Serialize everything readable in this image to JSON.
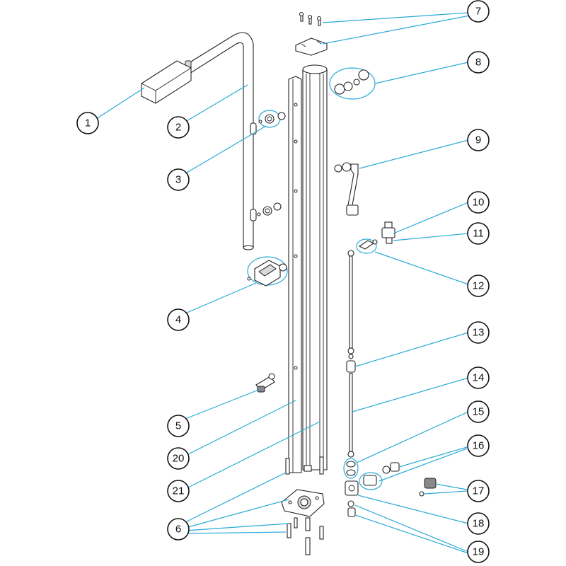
{
  "diagram": {
    "callouts": [
      {
        "id": "c1",
        "label": "1"
      },
      {
        "id": "c2",
        "label": "2"
      },
      {
        "id": "c3",
        "label": "3"
      },
      {
        "id": "c4",
        "label": "4"
      },
      {
        "id": "c5",
        "label": "5"
      },
      {
        "id": "c6",
        "label": "6"
      },
      {
        "id": "c7",
        "label": "7"
      },
      {
        "id": "c8",
        "label": "8"
      },
      {
        "id": "c9",
        "label": "9"
      },
      {
        "id": "c10",
        "label": "10"
      },
      {
        "id": "c11",
        "label": "11"
      },
      {
        "id": "c12",
        "label": "12"
      },
      {
        "id": "c13",
        "label": "13"
      },
      {
        "id": "c14",
        "label": "14"
      },
      {
        "id": "c15",
        "label": "15"
      },
      {
        "id": "c16",
        "label": "16"
      },
      {
        "id": "c17",
        "label": "17"
      },
      {
        "id": "c18",
        "label": "18"
      },
      {
        "id": "c19",
        "label": "19"
      },
      {
        "id": "c20",
        "label": "20"
      },
      {
        "id": "c21",
        "label": "21"
      }
    ],
    "colors": {
      "leader": "#29a9d6",
      "outline": "#222222",
      "background": "#ffffff"
    }
  }
}
